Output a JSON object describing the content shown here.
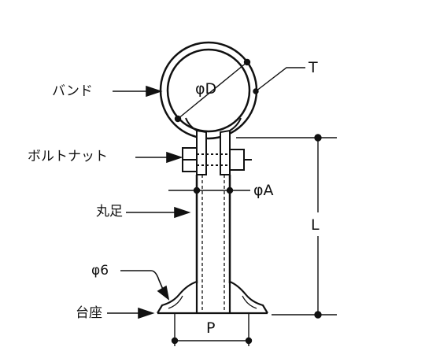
{
  "labels": {
    "band": "バンド",
    "bolt_nut": "ボルトナット",
    "round_leg": "丸足",
    "phi6": "φ6",
    "base": "台座"
  },
  "dimensions": {
    "band_diameter": "φD",
    "thickness": "T",
    "pipe_diameter": "φA",
    "length": "L",
    "pitch": "P"
  }
}
